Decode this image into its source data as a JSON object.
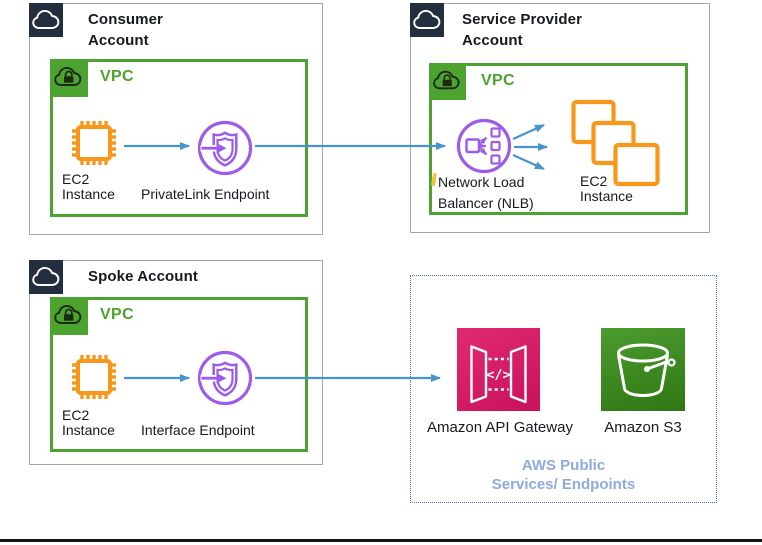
{
  "consumer": {
    "title_line1": "Consumer",
    "title_line2": "Account",
    "vpc_label": "VPC",
    "ec2_label_line1": "EC2",
    "ec2_label_line2": "Instance",
    "endpoint_label": "PrivateLink Endpoint"
  },
  "service_provider": {
    "title_line1": "Service Provider",
    "title_line2": "Account",
    "vpc_label": "VPC",
    "nlb_label_line1": "Network Load",
    "nlb_label_line2": "Balancer (NLB)",
    "ec2_label_line1": "EC2",
    "ec2_label_line2": "Instance"
  },
  "spoke": {
    "title": "Spoke Account",
    "vpc_label": "VPC",
    "ec2_label_line1": "EC2",
    "ec2_label_line2": "Instance",
    "endpoint_label": "Interface Endpoint"
  },
  "public_services": {
    "api_gateway_label": "Amazon API Gateway",
    "api_gateway_glyph": "</>",
    "s3_label": "Amazon S3",
    "caption_line1": "AWS Public",
    "caption_line2": "Services/ Endpoints"
  },
  "icons": {
    "account": "cloud-icon",
    "vpc": "cloud-lock-icon",
    "ec2": "chip-icon",
    "endpoint": "shield-arrow-icon",
    "nlb": "load-balancer-icon",
    "ec2_stack": "stacked-instances-icon",
    "api_gateway": "gateway-doors-icon",
    "s3": "bucket-icon"
  },
  "colors": {
    "aws_dark": "#232F3E",
    "vpc_green": "#4DA32F",
    "ec2_orange": "#F7981D",
    "endpoint_purple": "#9C5BEA",
    "arrow_blue": "#4593CF",
    "api_gateway_pink": "#D31B63",
    "s3_green": "#3D8C21",
    "caption_blue": "#8FAADC",
    "dashed_border_blue": "#4472C4"
  }
}
